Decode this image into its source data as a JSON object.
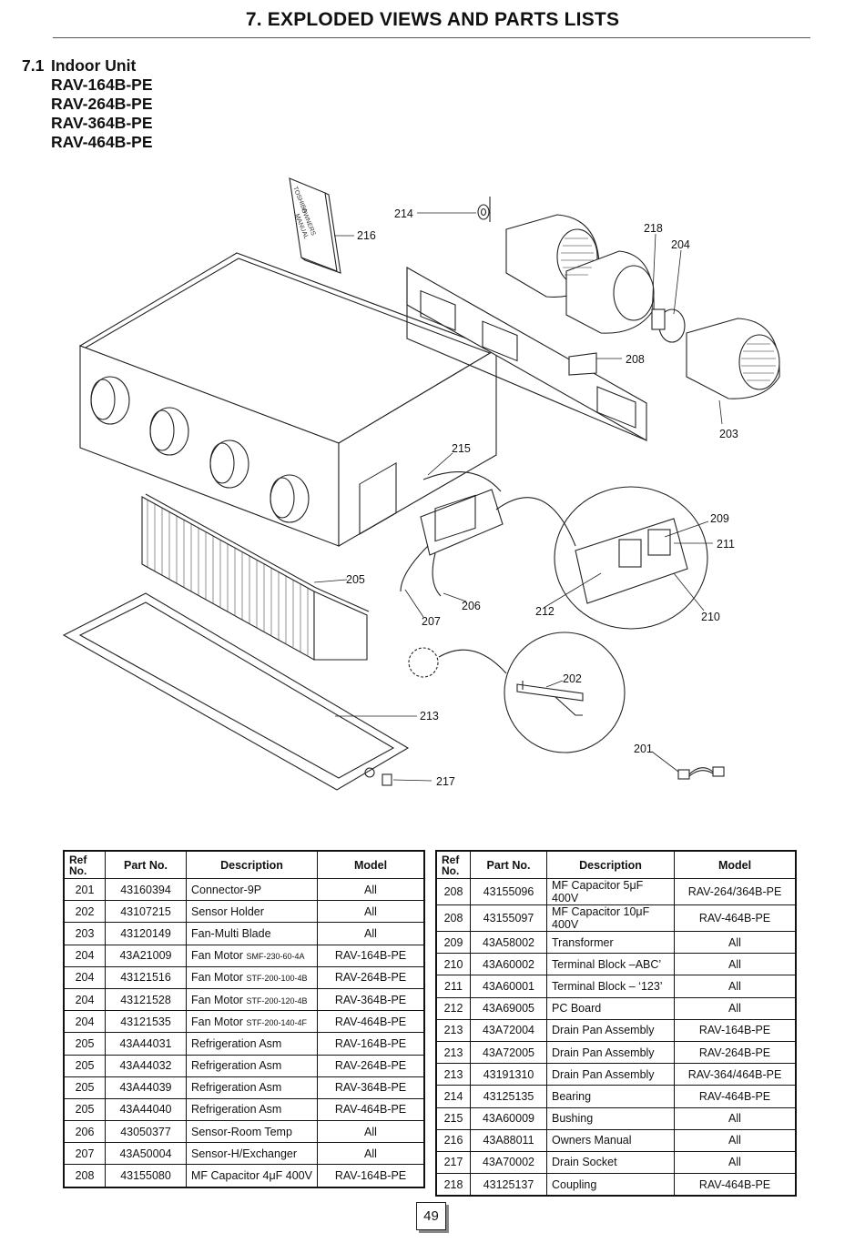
{
  "header": {
    "title": "7.  EXPLODED VIEWS AND PARTS LISTS"
  },
  "section": {
    "number": "7.1",
    "title": "Indoor Unit",
    "models": [
      "RAV-164B-PE",
      "RAV-264B-PE",
      "RAV-364B-PE",
      "RAV-464B-PE"
    ]
  },
  "diagram": {
    "manual_brand": "TOSHIBA",
    "manual_text_1": "OWNERS",
    "manual_text_2": "MANUAL",
    "callouts": {
      "c201": "201",
      "c202": "202",
      "c203": "203",
      "c204": "204",
      "c205": "205",
      "c206": "206",
      "c207": "207",
      "c208": "208",
      "c209": "209",
      "c210": "210",
      "c211": "211",
      "c212": "212",
      "c213": "213",
      "c214": "214",
      "c215": "215",
      "c216": "216",
      "c217": "217",
      "c218": "218"
    }
  },
  "table_headers": {
    "ref_line1": "Ref",
    "ref_line2": "No.",
    "part_no": "Part No.",
    "description": "Description",
    "model": "Model"
  },
  "parts_left": [
    {
      "ref": "201",
      "part": "43160394",
      "desc": "Connector-9P",
      "model": "All"
    },
    {
      "ref": "202",
      "part": "43107215",
      "desc": "Sensor Holder",
      "model": "All"
    },
    {
      "ref": "203",
      "part": "43120149",
      "desc": "Fan-Multi Blade",
      "model": "All"
    },
    {
      "ref": "204",
      "part": "43A21009",
      "desc": "Fan Motor",
      "desc_small": "SMF-230-60-4A",
      "model": "RAV-164B-PE"
    },
    {
      "ref": "204",
      "part": "43121516",
      "desc": "Fan Motor",
      "desc_small": "STF-200-100-4B",
      "model": "RAV-264B-PE"
    },
    {
      "ref": "204",
      "part": "43121528",
      "desc": "Fan Motor",
      "desc_small": "STF-200-120-4B",
      "model": "RAV-364B-PE"
    },
    {
      "ref": "204",
      "part": "43121535",
      "desc": "Fan Motor",
      "desc_small": "STF-200-140-4F",
      "model": "RAV-464B-PE"
    },
    {
      "ref": "205",
      "part": "43A44031",
      "desc": "Refrigeration Asm",
      "model": "RAV-164B-PE"
    },
    {
      "ref": "205",
      "part": "43A44032",
      "desc": "Refrigeration Asm",
      "model": "RAV-264B-PE"
    },
    {
      "ref": "205",
      "part": "43A44039",
      "desc": "Refrigeration Asm",
      "model": "RAV-364B-PE"
    },
    {
      "ref": "205",
      "part": "43A44040",
      "desc": "Refrigeration Asm",
      "model": "RAV-464B-PE"
    },
    {
      "ref": "206",
      "part": "43050377",
      "desc": "Sensor-Room Temp",
      "model": "All"
    },
    {
      "ref": "207",
      "part": "43A50004",
      "desc": "Sensor-H/Exchanger",
      "model": "All"
    },
    {
      "ref": "208",
      "part": "43155080",
      "desc": "MF Capacitor 4μF 400V",
      "model": "RAV-164B-PE"
    }
  ],
  "parts_right": [
    {
      "ref": "208",
      "part": "43155096",
      "desc": "MF Capacitor 5μF 400V",
      "model": "RAV-264/364B-PE"
    },
    {
      "ref": "208",
      "part": "43155097",
      "desc": "MF Capacitor 10μF 400V",
      "model": "RAV-464B-PE"
    },
    {
      "ref": "209",
      "part": "43A58002",
      "desc": "Transformer",
      "model": "All"
    },
    {
      "ref": "210",
      "part": "43A60002",
      "desc": "Terminal Block –ABC’",
      "model": "All"
    },
    {
      "ref": "211",
      "part": "43A60001",
      "desc": "Terminal Block – ‘123’",
      "model": "All"
    },
    {
      "ref": "212",
      "part": "43A69005",
      "desc": "PC Board",
      "model": "All"
    },
    {
      "ref": "213",
      "part": "43A72004",
      "desc": "Drain Pan Assembly",
      "model": "RAV-164B-PE"
    },
    {
      "ref": "213",
      "part": "43A72005",
      "desc": "Drain Pan Assembly",
      "model": "RAV-264B-PE"
    },
    {
      "ref": "213",
      "part": "43191310",
      "desc": "Drain Pan Assembly",
      "model": "RAV-364/464B-PE"
    },
    {
      "ref": "214",
      "part": "43125135",
      "desc": "Bearing",
      "model": "RAV-464B-PE"
    },
    {
      "ref": "215",
      "part": "43A60009",
      "desc": "Bushing",
      "model": "All"
    },
    {
      "ref": "216",
      "part": "43A88011",
      "desc": "Owners Manual",
      "model": "All"
    },
    {
      "ref": "217",
      "part": "43A70002",
      "desc": "Drain Socket",
      "model": "All"
    },
    {
      "ref": "218",
      "part": "43125137",
      "desc": "Coupling",
      "model": "RAV-464B-PE"
    }
  ],
  "footer": {
    "page_number": "49"
  }
}
